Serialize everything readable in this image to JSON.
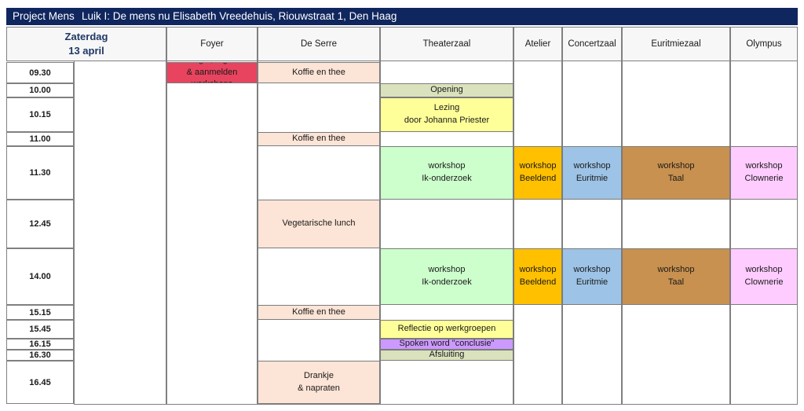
{
  "titlebar": {
    "project": "Project Mens",
    "section": "Luik I: De mens nu",
    "venue": "Elisabeth Vreedehuis, Riouwstraat 1, Den Haag",
    "background_color": "#10265E",
    "text_color": "#FFFFFF"
  },
  "header": {
    "day_line1": "Zaterdag",
    "day_line2": "13 april",
    "day_text_color": "#1F3864",
    "blank_label": "",
    "rooms": [
      {
        "label": "Foyer"
      },
      {
        "label": "De Serre"
      },
      {
        "label": "Theaterzaal"
      },
      {
        "label": "Atelier"
      },
      {
        "label": "Concertzaal"
      },
      {
        "label": "Euritmiezaal"
      },
      {
        "label": "Olympus"
      }
    ]
  },
  "times": [
    {
      "label": "09.30"
    },
    {
      "label": "10.00"
    },
    {
      "label": "10.15"
    },
    {
      "label": "11.00"
    },
    {
      "label": "11.30"
    },
    {
      "label": "12.45"
    },
    {
      "label": "14.00"
    },
    {
      "label": "15.15"
    },
    {
      "label": "15.45"
    },
    {
      "label": "16.15"
    },
    {
      "label": "16.30"
    },
    {
      "label": "16.45"
    }
  ],
  "palette": {
    "crimson": "#E8445F",
    "peach": "#FCE4D6",
    "sage": "#D9E2BC",
    "yellow": "#FFFF99",
    "mint": "#CCFFCC",
    "orange": "#FFC000",
    "blue": "#9DC3E6",
    "brown": "#C8914F",
    "pink": "#FFCCFF",
    "purple": "#CC99FF",
    "border": "#7B7B7B",
    "grid": "#808080"
  },
  "events": [
    {
      "name": "ontvangst-registratie",
      "line1": "Ontvangst, registratie",
      "line2": "& aanmelden workshops",
      "time": "09.30",
      "room": "Foyer",
      "color": "#E8445F"
    },
    {
      "name": "koffie-en-thee-ochtend",
      "line1": "Koffie en thee",
      "line2": "",
      "time": "09.30",
      "room": "De Serre",
      "color": "#FCE4D6"
    },
    {
      "name": "opening",
      "line1": "Opening",
      "line2": "",
      "time": "10.00",
      "room": "Theaterzaal",
      "color": "#D9E2BC"
    },
    {
      "name": "lezing-johanna-priester",
      "line1": "Lezing",
      "line2": "door Johanna Priester",
      "time": "10.15",
      "room": "Theaterzaal",
      "color": "#FFFF99"
    },
    {
      "name": "koffie-en-thee-pauze",
      "line1": "Koffie en thee",
      "line2": "",
      "time": "11.00",
      "room": "De Serre",
      "color": "#FCE4D6"
    },
    {
      "name": "workshop-ik-onderzoek-ochtend",
      "line1": "workshop",
      "line2": "Ik-onderzoek",
      "time": "11.30",
      "room": "Theaterzaal",
      "color": "#CCFFCC"
    },
    {
      "name": "workshop-beeldend-ochtend",
      "line1": "workshop",
      "line2": "Beeldend",
      "time": "11.30",
      "room": "Atelier",
      "color": "#FFC000"
    },
    {
      "name": "workshop-euritmie-ochtend",
      "line1": "workshop",
      "line2": "Euritmie",
      "time": "11.30",
      "room": "Concertzaal",
      "color": "#9DC3E6"
    },
    {
      "name": "workshop-taal-ochtend",
      "line1": "workshop",
      "line2": "Taal",
      "time": "11.30",
      "room": "Euritmiezaal",
      "color": "#C8914F"
    },
    {
      "name": "workshop-clownerie-ochtend",
      "line1": "workshop",
      "line2": "Clownerie",
      "time": "11.30",
      "room": "Olympus",
      "color": "#FFCCFF"
    },
    {
      "name": "vegetarische-lunch",
      "line1": "Vegetarische lunch",
      "line2": "",
      "time": "12.45",
      "room": "De Serre",
      "color": "#FCE4D6"
    },
    {
      "name": "workshop-ik-onderzoek-middag",
      "line1": "workshop",
      "line2": "Ik-onderzoek",
      "time": "14.00",
      "room": "Theaterzaal",
      "color": "#CCFFCC"
    },
    {
      "name": "workshop-beeldend-middag",
      "line1": "workshop",
      "line2": "Beeldend",
      "time": "14.00",
      "room": "Atelier",
      "color": "#FFC000"
    },
    {
      "name": "workshop-euritmie-middag",
      "line1": "workshop",
      "line2": "Euritmie",
      "time": "14.00",
      "room": "Concertzaal",
      "color": "#9DC3E6"
    },
    {
      "name": "workshop-taal-middag",
      "line1": "workshop",
      "line2": "Taal",
      "time": "14.00",
      "room": "Euritmiezaal",
      "color": "#C8914F"
    },
    {
      "name": "workshop-clownerie-middag",
      "line1": "workshop",
      "line2": "Clownerie",
      "time": "14.00",
      "room": "Olympus",
      "color": "#FFCCFF"
    },
    {
      "name": "koffie-en-thee-middag",
      "line1": "Koffie en thee",
      "line2": "",
      "time": "15.15",
      "room": "De Serre",
      "color": "#FCE4D6"
    },
    {
      "name": "reflectie-op-werkgroepen",
      "line1": "Reflectie op werkgroepen",
      "line2": "",
      "time": "15.45",
      "room": "Theaterzaal",
      "color": "#FFFF99"
    },
    {
      "name": "spoken-word-conclusie",
      "line1": "Spoken word \"conclusie\"",
      "line2": "",
      "time": "16.15",
      "room": "Theaterzaal",
      "color": "#CC99FF"
    },
    {
      "name": "afsluiting",
      "line1": "Afsluiting",
      "line2": "",
      "time": "16.30",
      "room": "Theaterzaal",
      "color": "#D9E2BC"
    },
    {
      "name": "drankje-napraten",
      "line1": "Drankje",
      "line2": "& napraten",
      "time": "16.45",
      "room": "De Serre",
      "color": "#FCE4D6"
    }
  ]
}
